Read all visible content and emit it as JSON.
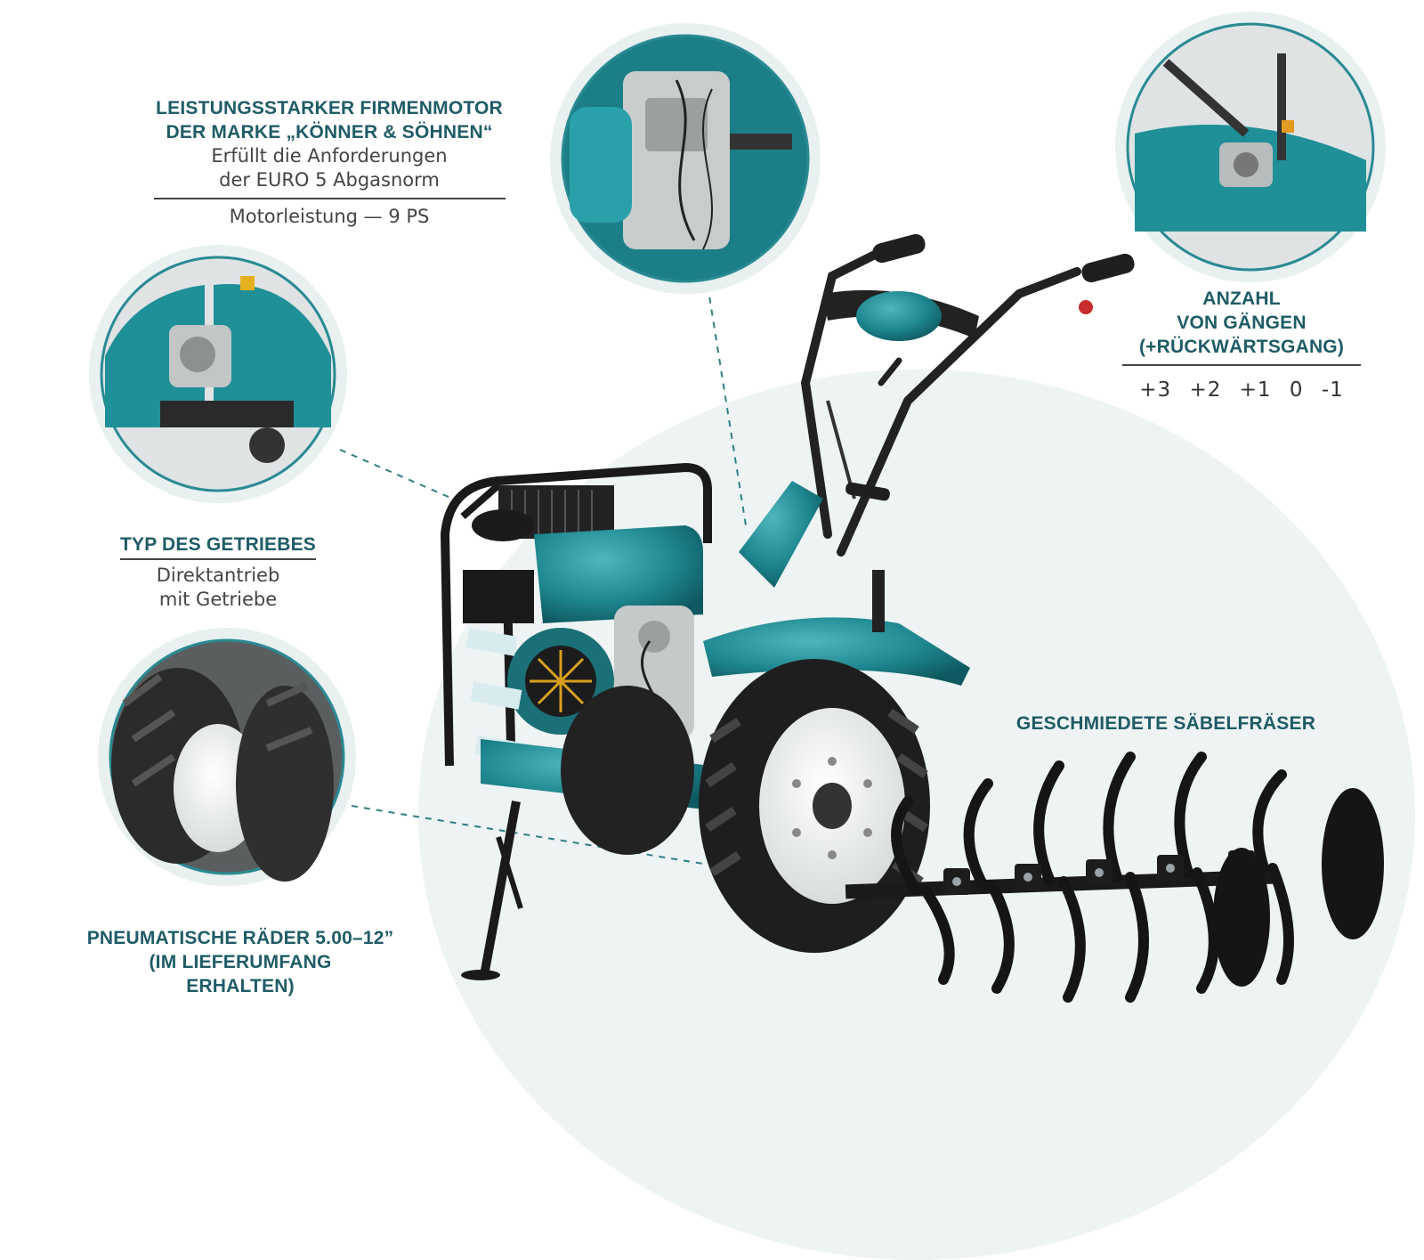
{
  "features": {
    "engine": {
      "heading_1": "LEISTUNGSSTARKER FIRMENMOTOR",
      "heading_2": "DER MARKE „KÖNNER & SÖHNEN“",
      "desc_1": "Erfüllt die Anforderungen",
      "desc_2": "der EURO 5 Abgasnorm",
      "spec": "Motorleistung — 9 PS"
    },
    "gears": {
      "heading_1": "ANZAHL",
      "heading_2": "VON GÄNGEN",
      "heading_3": "(+RÜCKWÄRTSGANG)",
      "values": [
        "+3",
        "+2",
        "+1",
        "0",
        "-1"
      ]
    },
    "transmission": {
      "heading": "TYP DES GETRIEBES",
      "desc_1": "Direktantrieb",
      "desc_2": "mit Getriebe"
    },
    "wheels": {
      "heading_1": "PNEUMATISCHE RÄDER 5.00–12”",
      "heading_2": "(IM LIEFERUMFANG",
      "heading_3": "ERHALTEN)"
    },
    "tillers": {
      "heading": "GESCHMIEDETE SÄBELFRÄSER"
    }
  },
  "colors": {
    "accent": "#1f5c66",
    "body_teal": "#1f8a93",
    "ring": "#e4eeee",
    "circle_border": "#2a8a93"
  }
}
